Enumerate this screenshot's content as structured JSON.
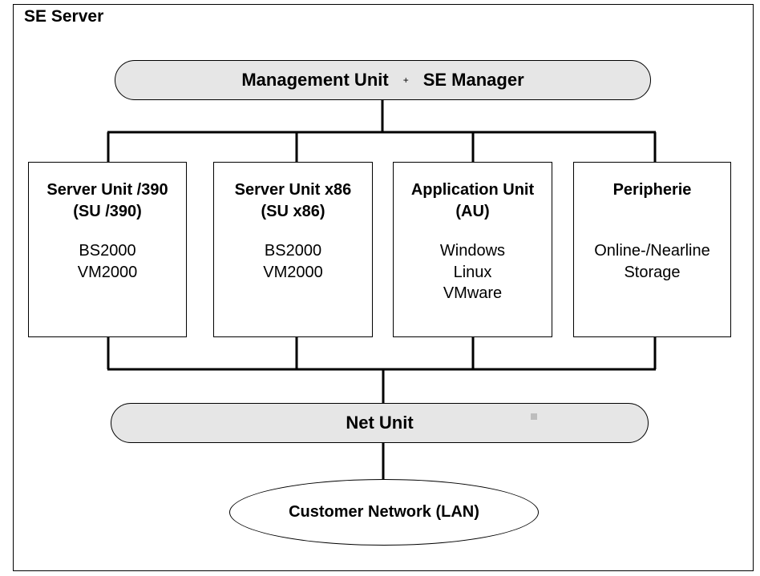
{
  "diagram": {
    "title": "SE Server",
    "management_bar": {
      "left": "Management Unit",
      "plus": "+",
      "right": "SE Manager"
    },
    "units": [
      {
        "heading": [
          "Server Unit /390",
          "(SU /390)"
        ],
        "items": [
          "BS2000",
          "VM2000"
        ]
      },
      {
        "heading": [
          "Server Unit x86",
          "(SU x86)"
        ],
        "items": [
          "BS2000",
          "VM2000"
        ]
      },
      {
        "heading": [
          "Application Unit",
          "(AU)"
        ],
        "items": [
          "Windows",
          "Linux",
          "VMware"
        ]
      },
      {
        "heading": [
          "Peripherie"
        ],
        "items": [
          "Online-/Nearline",
          "Storage"
        ]
      }
    ],
    "net_bar": "Net Unit",
    "customer_network": "Customer Network (LAN)",
    "colors": {
      "bar_fill": "#e6e6e6",
      "line": "#000000",
      "background": "#ffffff"
    }
  }
}
